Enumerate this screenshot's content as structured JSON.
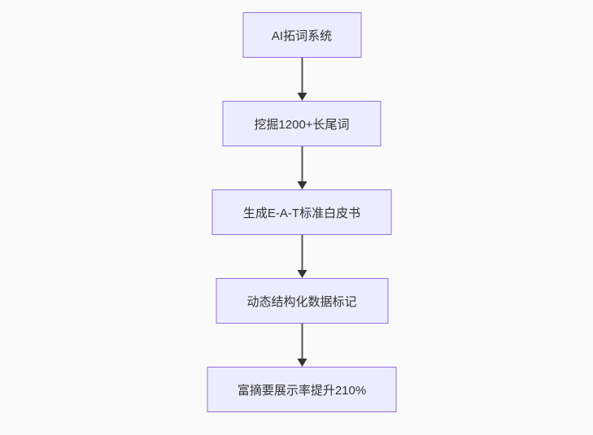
{
  "flowchart": {
    "title": "SEO AI flowchart",
    "direction": "top-down",
    "nodes": [
      {
        "id": "node-1",
        "label": "AI拓词系统"
      },
      {
        "id": "node-2",
        "label": "挖掘1200+长尾词"
      },
      {
        "id": "node-3",
        "label": "生成E-A-T标准白皮书"
      },
      {
        "id": "node-4",
        "label": "动态结构化数据标记"
      },
      {
        "id": "node-5",
        "label": "富摘要展示率提升210%"
      }
    ],
    "edges": [
      {
        "from": "node-1",
        "to": "node-2",
        "type": "arrow"
      },
      {
        "from": "node-2",
        "to": "node-3",
        "type": "arrow"
      },
      {
        "from": "node-3",
        "to": "node-4",
        "type": "arrow"
      },
      {
        "from": "node-4",
        "to": "node-5",
        "type": "arrow"
      }
    ],
    "colors": {
      "background": "#fafafa",
      "node_fill": "#ECECFF",
      "node_border": "#9370DB",
      "text": "#333333",
      "arrow_line": "#555555",
      "arrow_head": "#333333"
    }
  }
}
